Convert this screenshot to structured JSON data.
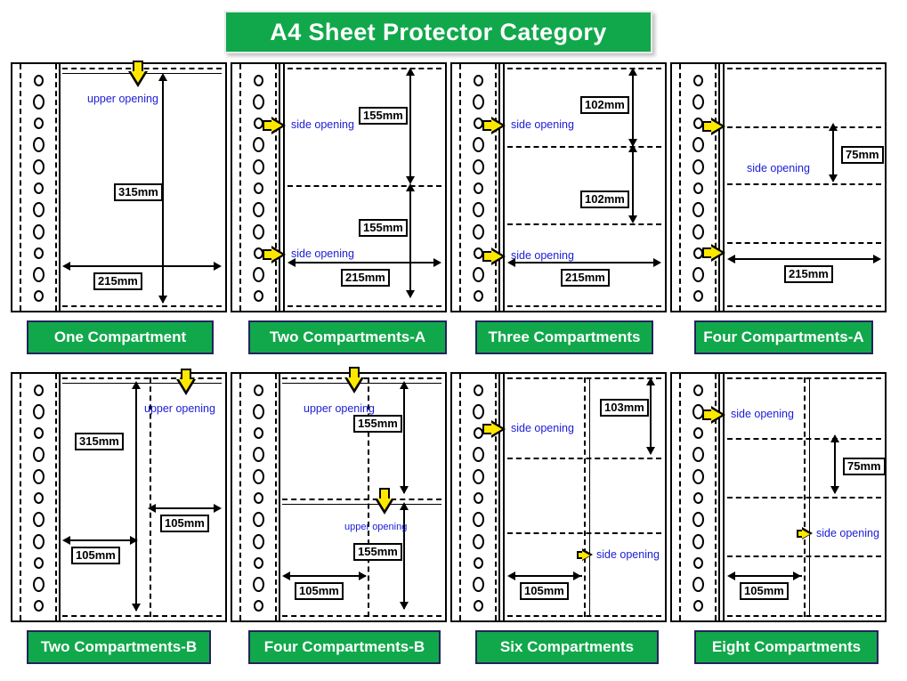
{
  "title": "A4 Sheet Protector Category",
  "labels": {
    "upper_opening": "upper opening",
    "side_opening": "side opening"
  },
  "panels": [
    {
      "id": "one-compartment",
      "caption": "One Compartment",
      "opening_type": "upper",
      "rows": 1,
      "cols": 1,
      "dims": {
        "width": "215mm",
        "height": "315mm"
      },
      "openings": [
        "upper opening"
      ]
    },
    {
      "id": "two-compartments-a",
      "caption": "Two Compartments-A",
      "opening_type": "side",
      "rows": 2,
      "cols": 1,
      "dims": {
        "width": "215mm",
        "cell_height_top": "155mm",
        "cell_height_bottom": "155mm"
      },
      "openings": [
        "side opening",
        "side opening"
      ]
    },
    {
      "id": "three-compartments",
      "caption": "Three Compartments",
      "opening_type": "side",
      "rows": 3,
      "cols": 1,
      "dims": {
        "width": "215mm",
        "cell_height_top": "102mm",
        "cell_height_mid": "102mm"
      },
      "openings": [
        "side opening",
        "side opening"
      ]
    },
    {
      "id": "four-compartments-a",
      "caption": "Four Compartments-A",
      "opening_type": "side",
      "rows": 4,
      "cols": 1,
      "dims": {
        "width": "215mm",
        "cell_height": "75mm"
      },
      "openings": [
        "side opening"
      ]
    },
    {
      "id": "two-compartments-b",
      "caption": "Two Compartments-B",
      "opening_type": "upper",
      "rows": 1,
      "cols": 2,
      "dims": {
        "height": "315mm",
        "cell_width_left": "105mm",
        "cell_width_right": "105mm"
      },
      "openings": [
        "upper opening"
      ]
    },
    {
      "id": "four-compartments-b",
      "caption": "Four Compartments-B",
      "opening_type": "upper",
      "rows": 2,
      "cols": 2,
      "dims": {
        "cell_width": "105mm",
        "cell_height_top": "155mm",
        "cell_height_bottom": "155mm"
      },
      "openings": [
        "upper opening",
        "upper opening"
      ]
    },
    {
      "id": "six-compartments",
      "caption": "Six Compartments",
      "opening_type": "side",
      "rows": 3,
      "cols": 2,
      "dims": {
        "cell_width": "105mm",
        "cell_height": "103mm"
      },
      "openings": [
        "side opening",
        "side opening"
      ]
    },
    {
      "id": "eight-compartments",
      "caption": "Eight Compartments",
      "opening_type": "side",
      "rows": 4,
      "cols": 2,
      "dims": {
        "cell_width": "105mm",
        "cell_height": "75mm"
      },
      "openings": [
        "side opening",
        "side opening"
      ]
    }
  ],
  "colors": {
    "banner_green": "#11a84b",
    "caption_border": "#23235c",
    "arrow_yellow": "#ffe800",
    "label_blue": "#1b1bd6"
  },
  "binding": {
    "hole_count": 11
  }
}
